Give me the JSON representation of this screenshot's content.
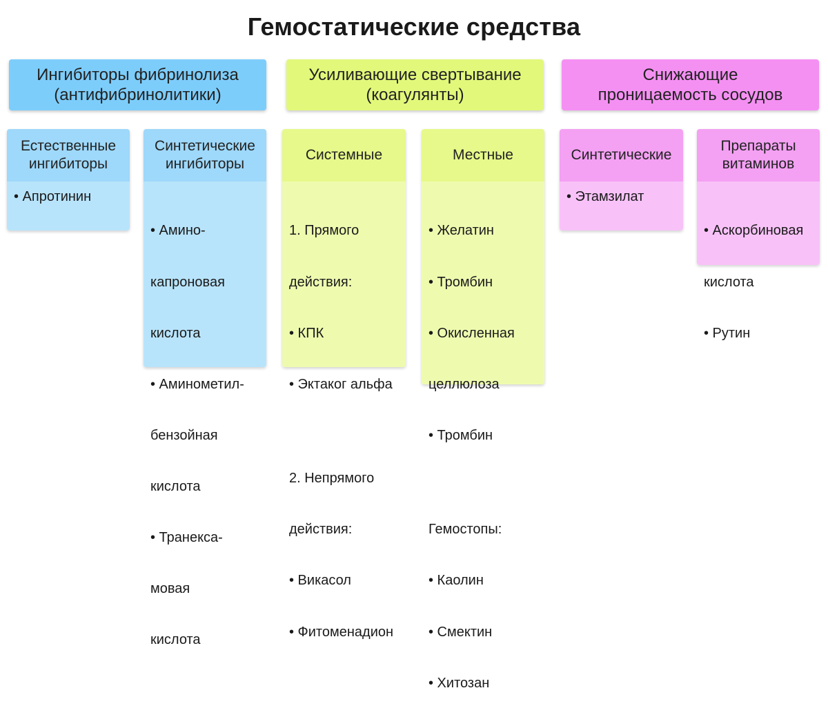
{
  "title": "Гемостатические средства",
  "categories": [
    {
      "line1": "Ингибиторы фибринолиза",
      "line2": "(антифибринолитики)"
    },
    {
      "line1": "Усиливающие свертывание",
      "line2": "(коагулянты)"
    },
    {
      "line1": "Снижающие",
      "line2": "проницаемость сосудов"
    }
  ],
  "groups": [
    {
      "head": [
        "Естественные",
        "ингибиторы"
      ],
      "items": [
        "• Апротинин"
      ]
    },
    {
      "head": [
        "Синтетические",
        "ингибиторы"
      ],
      "items": [
        "• Амино-",
        "   капроновая",
        "   кислота",
        "• Аминометил-",
        "   бензойная",
        "   кислота",
        "• Транекса-",
        "   мовая",
        "   кислота"
      ]
    },
    {
      "head": [
        "Системные"
      ],
      "items": [
        "1. Прямого",
        "    действия:",
        "• КПК",
        "• Эктаког альфа",
        "",
        "2. Непрямого",
        "    действия:",
        "• Викасол",
        "• Фитоменадион"
      ]
    },
    {
      "head": [
        "Местные"
      ],
      "items": [
        "• Желатин",
        "• Тромбин",
        "• Окисленная",
        "   целлюлоза",
        "• Тромбин",
        "",
        "Гемостопы:",
        "• Каолин",
        "• Смектин",
        "• Хитозан"
      ]
    },
    {
      "head": [
        "Синтетические"
      ],
      "items": [
        "• Этамзилат"
      ]
    },
    {
      "head": [
        "Препараты",
        "витаминов"
      ],
      "items": [
        "• Аскорбиновая",
        "   кислота",
        "• Рутин"
      ]
    }
  ],
  "colors": {
    "blue": "#7dcdfb",
    "green": "#e1f87a",
    "pink": "#f590f3"
  }
}
